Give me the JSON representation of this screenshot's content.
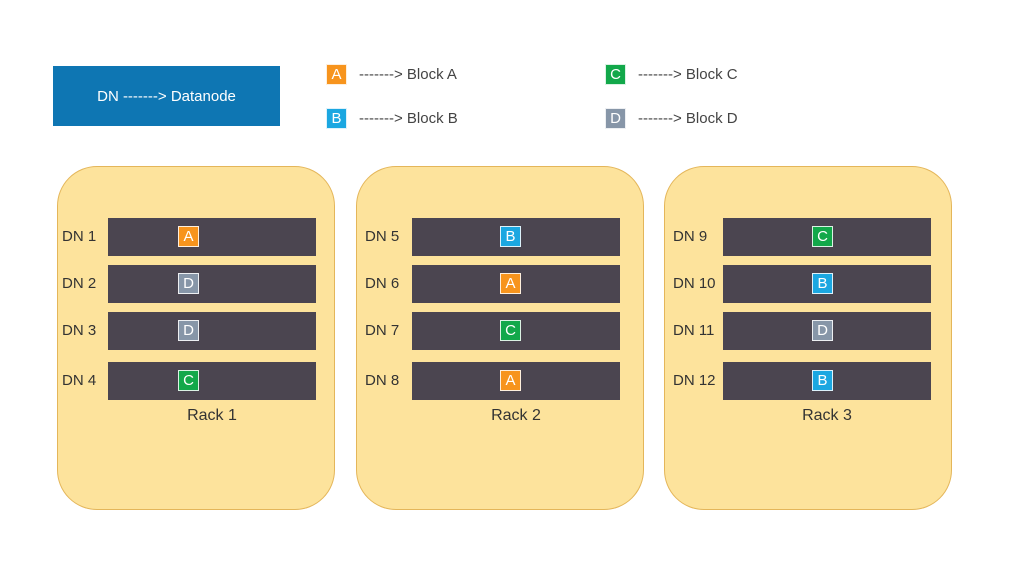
{
  "legend": {
    "dn_text": "DN -------> Datanode",
    "blocks": [
      {
        "letter": "A",
        "text": "-------> Block A",
        "color": "#f7941d"
      },
      {
        "letter": "B",
        "text": "-------> Block B",
        "color": "#1ba7e1"
      },
      {
        "letter": "C",
        "text": "-------> Block C",
        "color": "#12a84a"
      },
      {
        "letter": "D",
        "text": "-------> Block D",
        "color": "#8796a8"
      }
    ]
  },
  "racks": [
    {
      "label": "Rack 1",
      "nodes": [
        {
          "name": "DN 1",
          "block": "A"
        },
        {
          "name": "DN 2",
          "block": "D"
        },
        {
          "name": "DN 3",
          "block": "D"
        },
        {
          "name": "DN 4",
          "block": "C"
        }
      ]
    },
    {
      "label": "Rack 2",
      "nodes": [
        {
          "name": "DN 5",
          "block": "B"
        },
        {
          "name": "DN 6",
          "block": "A"
        },
        {
          "name": "DN 7",
          "block": "C"
        },
        {
          "name": "DN 8",
          "block": "A"
        }
      ]
    },
    {
      "label": "Rack 3",
      "nodes": [
        {
          "name": "DN 9",
          "block": "C"
        },
        {
          "name": "DN 10",
          "block": "B"
        },
        {
          "name": "DN 11",
          "block": "D"
        },
        {
          "name": "DN 12",
          "block": "B"
        }
      ]
    }
  ]
}
